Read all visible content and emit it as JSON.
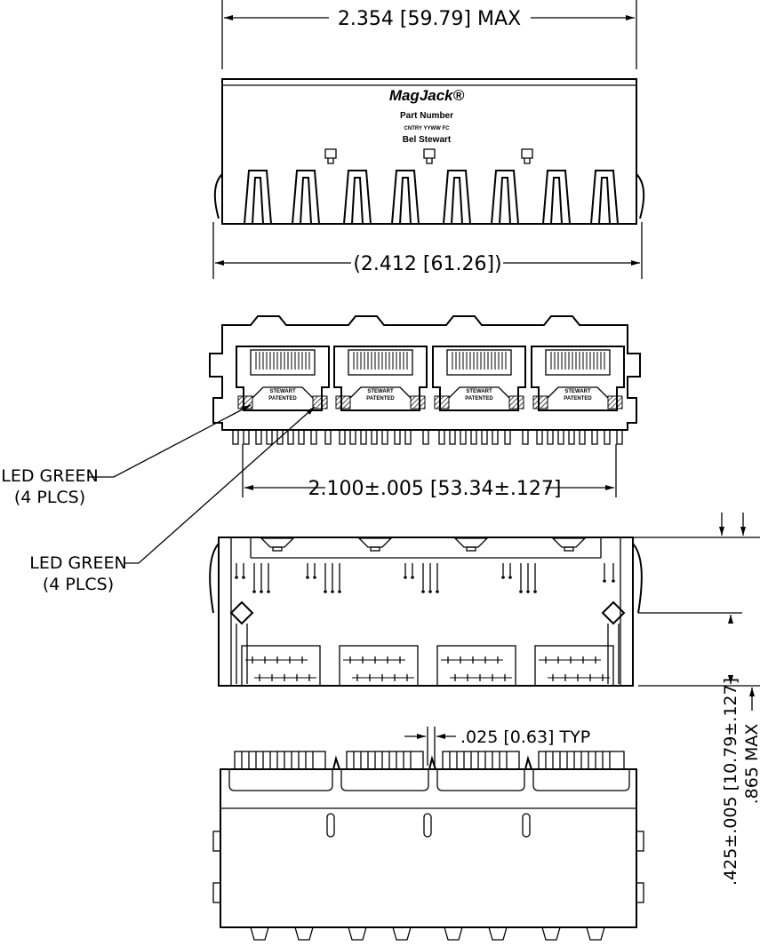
{
  "top_view": {
    "width_max": "2.354 [59.79] MAX",
    "width_overall": "(2.412 [61.26])",
    "brand": "MagJack®",
    "part_number": "Part Number",
    "date_code": "CNTRY YYWW FC",
    "maker": "Bel Stewart"
  },
  "front_view": {
    "port_marking_line1": "STEWART",
    "port_marking_line2": "PATENTED",
    "led_label_upper": "LED GREEN",
    "led_count_upper": "(4 PLCS)",
    "led_label_lower": "LED GREEN",
    "led_count_lower": "(4 PLCS)",
    "pitch_dim": "2.100±.005 [53.34±.127]"
  },
  "side_view": {
    "height_dim": ".425±.005 [10.79±.127]",
    "height_max": ".865 MAX"
  },
  "bottom_view": {
    "pin_dim": ".025 [0.63] TYP"
  }
}
